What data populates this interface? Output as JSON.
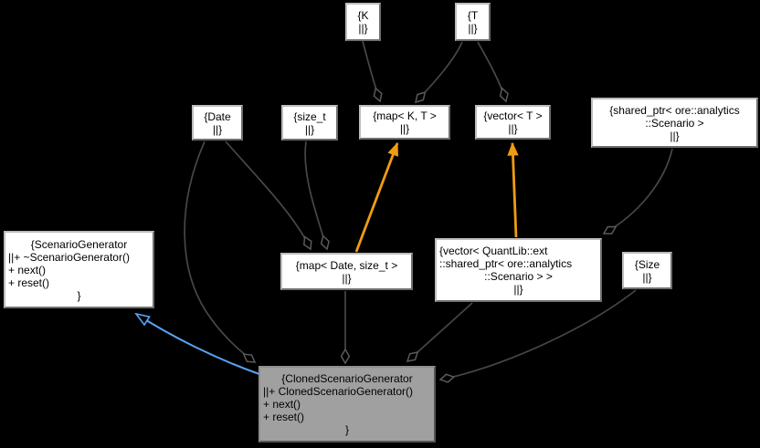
{
  "diagram_type": "uml-collaboration-graph",
  "colors": {
    "background": "#000000",
    "node_fill": "#ffffff",
    "node_border": "#8c8c8c",
    "current_node_fill": "#a0a0a0",
    "edge": "#474747",
    "template_relation_arrow": "#f09c12",
    "inheritance_arrow": "#58a2f5",
    "text": "#000000"
  },
  "nodes": {
    "k": {
      "lines": [
        "{K",
        "||}"
      ]
    },
    "t": {
      "lines": [
        "{T",
        "||}"
      ]
    },
    "date": {
      "lines": [
        "{Date",
        "||}"
      ]
    },
    "size_t": {
      "lines": [
        "{size_t",
        "||}"
      ]
    },
    "map_kt": {
      "lines": [
        "{map< K, T >",
        "||}"
      ]
    },
    "vector_t": {
      "lines": [
        "{vector< T >",
        "||}"
      ]
    },
    "shared_ptr_scenario": {
      "lines": [
        "{shared_ptr< ore::analytics",
        "::Scenario >",
        "||}"
      ]
    },
    "scenario_generator": {
      "lines": [
        "{ScenarioGenerator",
        "||+ ~ScenarioGenerator()",
        "+ next()",
        "+ reset()",
        "}"
      ]
    },
    "map_date_sizet": {
      "lines": [
        "{map< Date, size_t >",
        "||}"
      ]
    },
    "vector_shared_ptr": {
      "lines": [
        "{vector< QuantLib::ext",
        "::shared_ptr< ore::analytics",
        "::Scenario > >",
        "||}"
      ]
    },
    "size": {
      "lines": [
        "{Size",
        "||}"
      ]
    },
    "cloned_scenario_generator": {
      "lines": [
        "{ClonedScenarioGenerator",
        "||+ ClonedScenarioGenerator()",
        "+ next()",
        "+ reset()",
        "}"
      ]
    }
  },
  "edges": [
    {
      "from": "K",
      "to": "map< K, T >",
      "relation": "aggregation"
    },
    {
      "from": "T",
      "to": "map< K, T >",
      "relation": "aggregation"
    },
    {
      "from": "T",
      "to": "vector< T >",
      "relation": "aggregation"
    },
    {
      "from": "Date",
      "to": "map< Date, size_t >",
      "relation": "aggregation"
    },
    {
      "from": "size_t",
      "to": "map< Date, size_t >",
      "relation": "aggregation"
    },
    {
      "from": "Date",
      "to": "ClonedScenarioGenerator",
      "relation": "aggregation"
    },
    {
      "from": "map< Date, size_t >",
      "to": "ClonedScenarioGenerator",
      "relation": "aggregation"
    },
    {
      "from": "vector< QuantLib::ext::shared_ptr< ore::analytics::Scenario > >",
      "to": "ClonedScenarioGenerator",
      "relation": "aggregation"
    },
    {
      "from": "shared_ptr< ore::analytics::Scenario >",
      "to": "vector< QuantLib::ext::shared_ptr< ore::analytics::Scenario > >",
      "relation": "aggregation"
    },
    {
      "from": "Size",
      "to": "ClonedScenarioGenerator",
      "relation": "aggregation"
    },
    {
      "from": "ClonedScenarioGenerator",
      "to": "ScenarioGenerator",
      "relation": "public-inheritance"
    },
    {
      "from": "map< Date, size_t >",
      "to": "map< K, T >",
      "relation": "template-instantiation"
    },
    {
      "from": "vector< QuantLib::ext::shared_ptr< ore::analytics::Scenario > >",
      "to": "vector< T >",
      "relation": "template-instantiation"
    }
  ]
}
